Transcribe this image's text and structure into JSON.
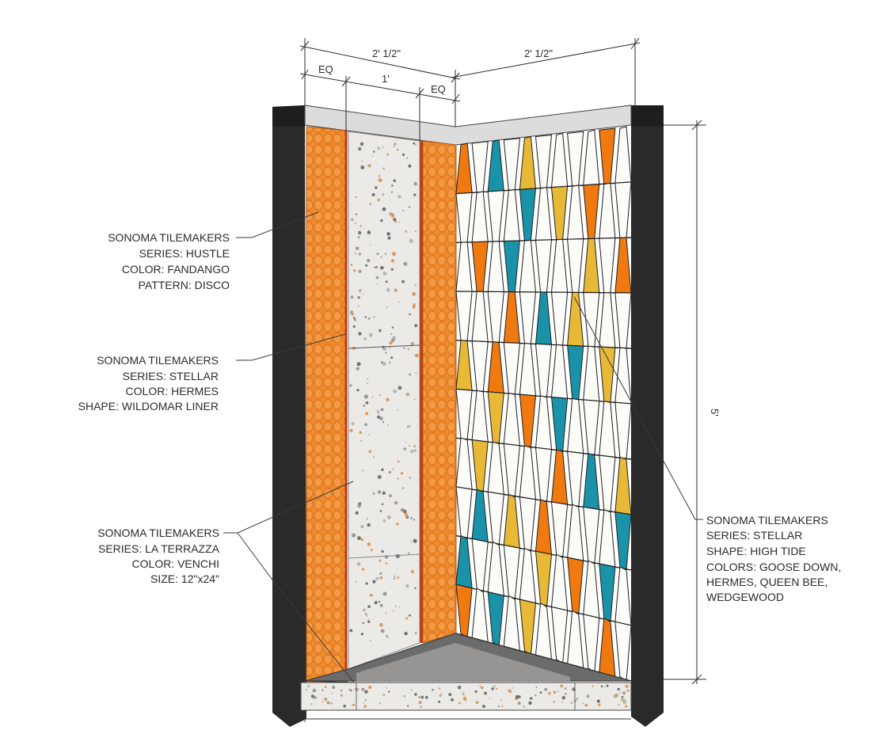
{
  "dimensions": {
    "left_wall_width": "2' 1/2\"",
    "right_wall_width": "2' 1/2\"",
    "eq_left": "EQ",
    "liner_width": "1'",
    "eq_right": "EQ",
    "height": "5'"
  },
  "callouts": {
    "hustle": [
      "SONOMA TILEMAKERS",
      "SERIES: HUSTLE",
      "COLOR: FANDANGO",
      "PATTERN: DISCO"
    ],
    "liner": [
      "SONOMA TILEMAKERS",
      "SERIES: STELLAR",
      "COLOR: HERMES",
      "SHAPE: WILDOMAR LINER"
    ],
    "terrazza": [
      "SONOMA TILEMAKERS",
      "SERIES: LA TERRAZZA",
      "COLOR: VENCHI",
      "SIZE: 12\"x24\""
    ],
    "hightide": [
      "SONOMA TILEMAKERS",
      "SERIES: STELLAR",
      "SHAPE: HIGH TIDE",
      "COLORS: GOOSE DOWN,",
      "HERMES, QUEEN BEE,",
      "WEDGEWOOD"
    ]
  },
  "colors": {
    "fandango": "#ef8a2e",
    "hermes": "#f07a10",
    "queen_bee": "#e8b936",
    "wedgewood": "#1a93a8",
    "goose_down": "#fbfbf8",
    "venchi": "#e9e8e4",
    "frame": "#2a2a2a"
  }
}
